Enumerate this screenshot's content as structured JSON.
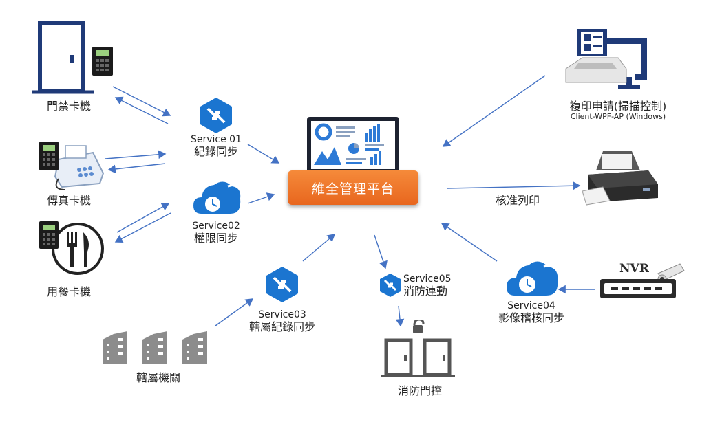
{
  "nodes": {
    "door": "門禁卡機",
    "fax": "傳真卡機",
    "meal": "用餐卡機",
    "agency": "轄屬機關",
    "fire_door": "消防門控",
    "copy_title": "複印申請(掃描控制)",
    "copy_sub": "Client-WPF-AP (Windows)",
    "print": "核准列印",
    "nvr": "NVR"
  },
  "services": {
    "s01_name": "Service 01",
    "s01_desc": "紀錄同步",
    "s02_name": "Service02",
    "s02_desc": "權限同步",
    "s03_name": "Service03",
    "s03_desc": "轄屬紀錄同步",
    "s04_name": "Service04",
    "s04_desc": "影像稽核同步",
    "s05_name": "Service05",
    "s05_desc": "消防連動"
  },
  "hub": {
    "title": "維全管理平台"
  },
  "colors": {
    "arrow": "#4472c4",
    "navy": "#1f3a78",
    "service_blue": "#1b75d0",
    "hub_orange": "#ef7a2c",
    "building_gray": "#8c8c8c"
  }
}
